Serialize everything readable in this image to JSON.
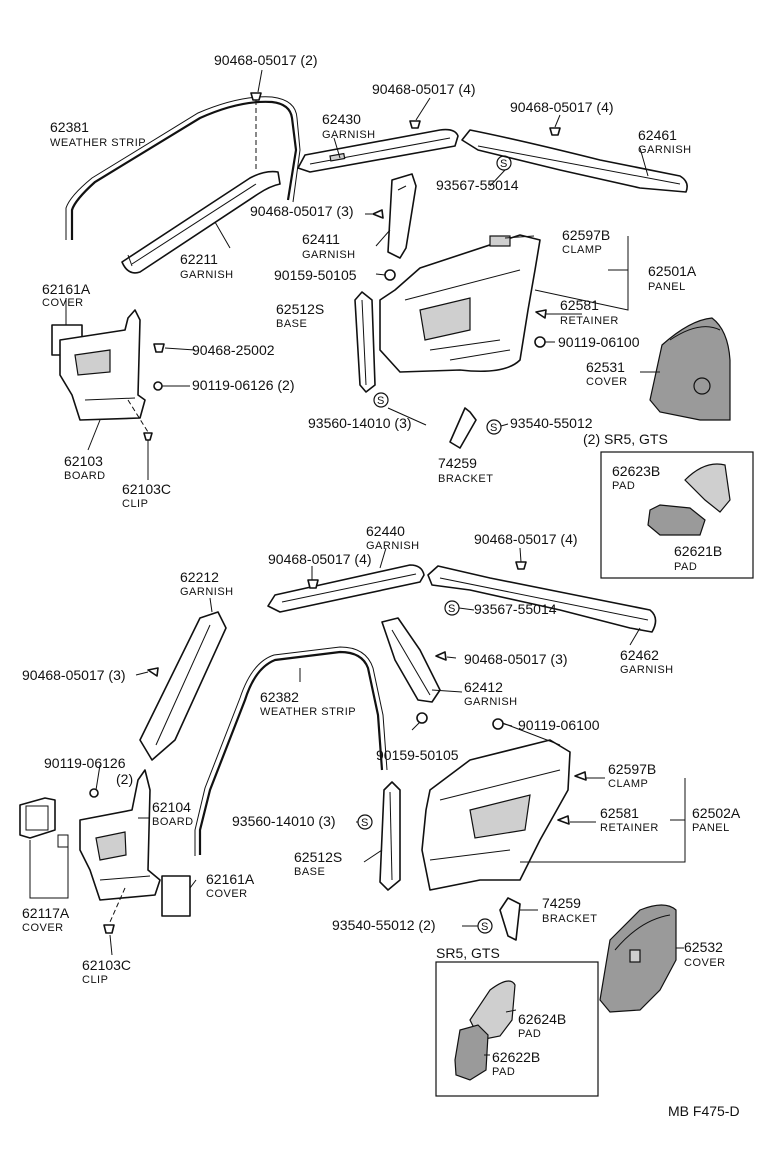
{
  "labels": {
    "l01": "90468-05017 (2)",
    "l02": "90468-05017 (4)",
    "l03": "90468-05017 (4)",
    "l04": "62381",
    "l05": "WEATHER STRIP",
    "l06": "62430",
    "l07": "GARNISH",
    "l08": "62461",
    "l09": "GARNISH",
    "l10": "93567-55014",
    "l11": "90468-05017 (3)",
    "l12": "62411",
    "l13": "GARNISH",
    "l14": "62597B",
    "l15": "CLAMP",
    "l16": "62211",
    "l17": "GARNISH",
    "l18": "90159-50105",
    "l19": "62501A",
    "l20": "PANEL",
    "l21": "62161A",
    "l22": "COVER",
    "l23": "62512S",
    "l24": "BASE",
    "l25": "62581",
    "l26": "RETAINER",
    "l27": "90468-25002",
    "l28": "90119-06100",
    "l29": "62531",
    "l30": "COVER",
    "l31": "90119-06126 (2)",
    "l32": "93560-14010 (3)",
    "l33": "93540-55012",
    "l34": "(2) SR5, GTS",
    "l35": "62103",
    "l36": "BOARD",
    "l37": "74259",
    "l38": "BRACKET",
    "l39": "62623B",
    "l40": "PAD",
    "l41": "62103C",
    "l42": "CLIP",
    "l43": "62621B",
    "l44": "PAD",
    "l45": "62440",
    "l46": "GARNISH",
    "l47": "90468-05017 (4)",
    "l48": "90468-05017 (4)",
    "l49": "62212",
    "l50": "GARNISH",
    "l51": "93567-55014",
    "l52": "62462",
    "l53": "GARNISH",
    "l54": "90468-05017 (3)",
    "l55": "90468-05017 (3)",
    "l56": "62382",
    "l57": "WEATHER STRIP",
    "l58": "62412",
    "l59": "GARNISH",
    "l60": "90119-06100",
    "l61": "90159-50105",
    "l62": "90119-06126",
    "l63": "(2)",
    "l64": "62597B",
    "l65": "CLAMP",
    "l66": "62104",
    "l67": "BOARD",
    "l68": "62581",
    "l69": "RETAINER",
    "l70": "62502A",
    "l71": "PANEL",
    "l72": "93560-14010 (3)",
    "l73": "62512S",
    "l74": "BASE",
    "l75": "62161A",
    "l76": "COVER",
    "l77": "62117A",
    "l78": "COVER",
    "l79": "74259",
    "l80": "BRACKET",
    "l81": "93540-55012 (2)",
    "l82": "SR5, GTS",
    "l83": "62624B",
    "l84": "PAD",
    "l85": "62622B",
    "l86": "PAD",
    "l87": "62532",
    "l88": "COVER",
    "l89": "62103C",
    "l90": "CLIP",
    "l91": "MB  F475-D"
  },
  "symbols": {
    "s": "S"
  }
}
